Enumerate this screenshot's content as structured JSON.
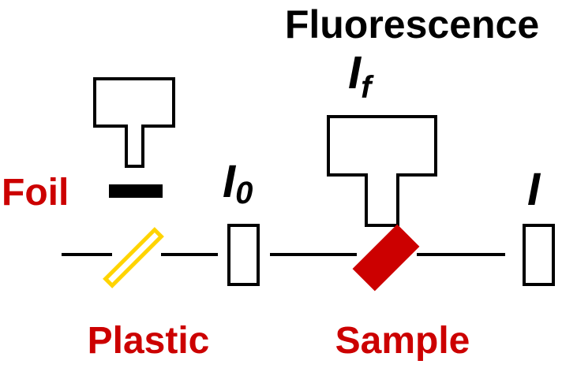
{
  "labels": {
    "fluorescence": "Fluorescence",
    "if_main": "I",
    "if_sub": "f",
    "i0_main": "I",
    "i0_sub": "0",
    "i": "I",
    "foil": "Foil",
    "plastic": "Plastic",
    "sample": "Sample"
  },
  "colors": {
    "text": "#000000",
    "red": "#cc0000",
    "yellow": "#ffd400",
    "line": "#000000",
    "background": "#ffffff"
  }
}
